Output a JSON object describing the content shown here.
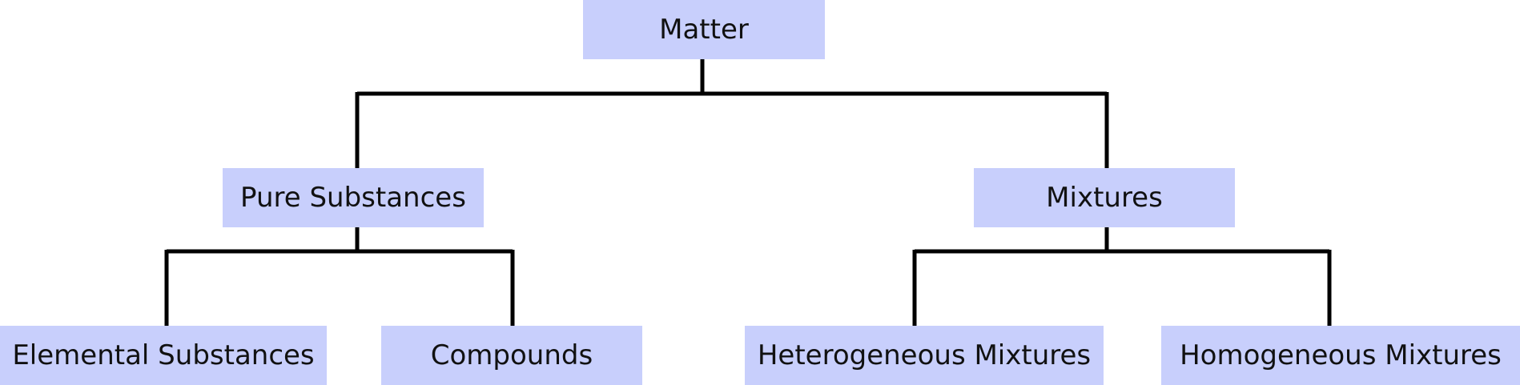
{
  "diagram": {
    "root": {
      "label": "Matter"
    },
    "pure_substances": {
      "label": "Pure Substances"
    },
    "mixtures": {
      "label": "Mixtures"
    },
    "elemental_substances": {
      "label": "Elemental Substances"
    },
    "compounds": {
      "label": "Compounds"
    },
    "heterogeneous_mixtures": {
      "label": "Heterogeneous Mixtures"
    },
    "homogeneous_mixtures": {
      "label": "Homogeneous Mixtures"
    }
  },
  "colors": {
    "node_fill": "#c8cffc",
    "connector": "#000000",
    "text": "#111111"
  }
}
